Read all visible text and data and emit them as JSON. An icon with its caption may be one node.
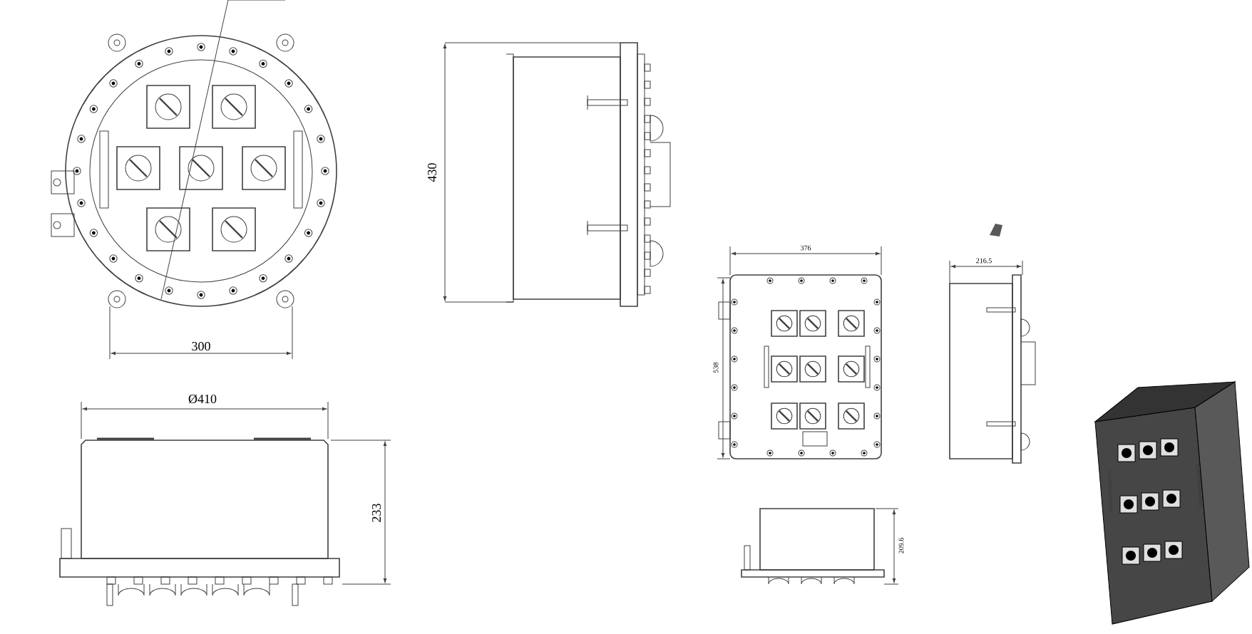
{
  "diagram": {
    "labels": [
      "300",
      "430",
      "Ø410",
      "233",
      "376",
      "538",
      "216.5",
      "209.6"
    ]
  }
}
